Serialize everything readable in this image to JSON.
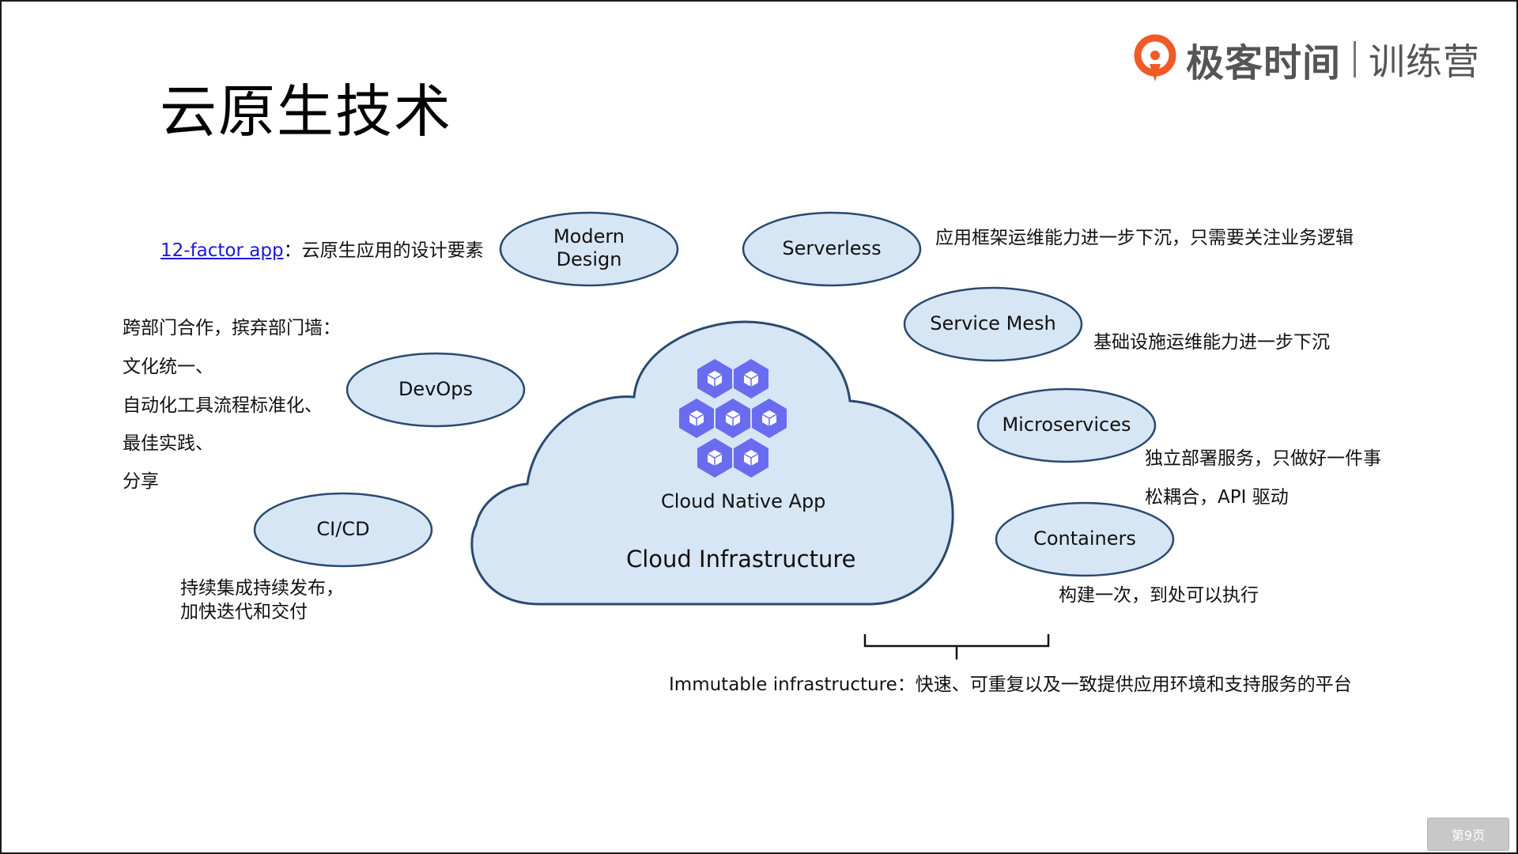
{
  "title": "云原生技术",
  "brand": {
    "name": "极客时间",
    "sub": "训练营",
    "accent": "#f05a28",
    "text_color": "#555555"
  },
  "cloud": {
    "app_label": "Cloud Native App",
    "infra_label": "Cloud Infrastructure",
    "fill": "#d6e6f5",
    "stroke": "#2a4a6e",
    "icon_color": "#6a6cf0",
    "icon_name": "kubernetes-cube-icon"
  },
  "bubbles": {
    "modern_design": {
      "line1": "Modern",
      "line2": "Design"
    },
    "serverless": "Serverless",
    "service_mesh": "Service Mesh",
    "devops": "DevOps",
    "microservices": "Microservices",
    "cicd": "CI/CD",
    "containers": "Containers"
  },
  "notes": {
    "factor_link": "12-factor app",
    "factor_desc": "：云原生应用的设计要素",
    "serverless": "应用框架运维能力进一步下沉，只需要关注业务逻辑",
    "service_mesh": "基础设施运维能力进一步下沉",
    "devops_lines": [
      "跨部门合作，摈弃部门墙：",
      "文化统一、",
      "自动化工具流程标准化、",
      "最佳实践、",
      "分享"
    ],
    "microservices_lines": [
      "独立部署服务，只做好一件事",
      "松耦合，API 驱动"
    ],
    "cicd_lines": [
      "持续集成持续发布，",
      "加快迭代和交付"
    ],
    "containers": "构建一次，到处可以执行",
    "immutable": "Immutable infrastructure：快速、可重复以及一致提供应用环境和支持服务的平台"
  },
  "page_badge": "第9页",
  "colors": {
    "bubble_fill": "#d6e6f5",
    "bubble_stroke": "#2a4a6e",
    "link": "#1a1ad6"
  }
}
